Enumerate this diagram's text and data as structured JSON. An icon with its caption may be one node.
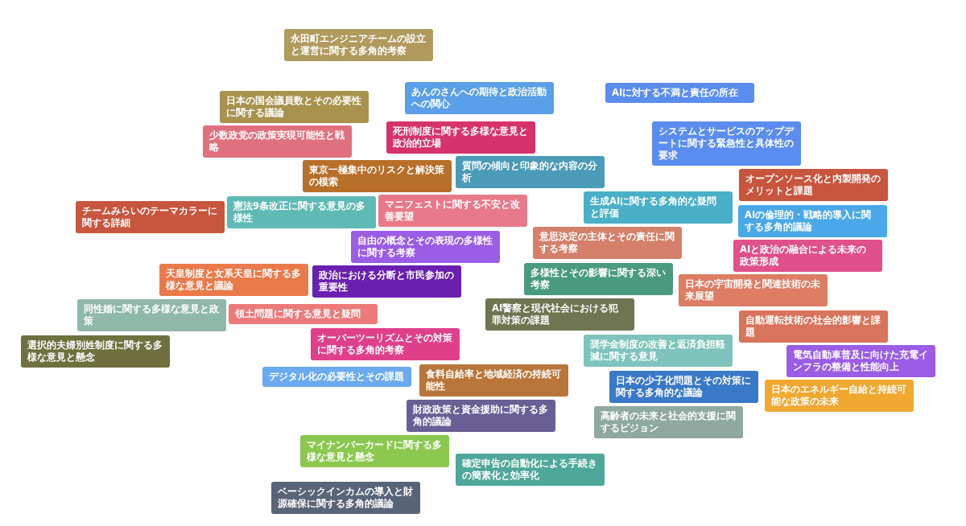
{
  "diagram": {
    "nodes": [
      {
        "text": [
          "永田町エンジニアチームの設立と運営に関する多角的考察"
        ]
      },
      {
        "text": [
          "あんのさんへの期待と政治活動への関心"
        ]
      },
      {
        "text": [
          "AIに対する不満と責任の所在"
        ]
      },
      {
        "text": [
          "日本の国会議員数とその必要性に関する議論"
        ]
      },
      {
        "text": [
          "少数政党の政策実現可能性と戦略"
        ]
      },
      {
        "text": [
          "死刑制度に関する多様な意見と政治的立場"
        ]
      },
      {
        "text": [
          "システムとサービスのアップデートに関する緊急性と具体性の要求"
        ]
      },
      {
        "text": [
          "質問の傾向と印象的な内容の分析"
        ]
      },
      {
        "text": [
          "オープンソース化と内製開発のメリットと課題"
        ]
      },
      {
        "text": [
          "東京一極集中のリスクと解決策の模索"
        ]
      },
      {
        "text": [
          "マニフェストに関する不安と改善要望"
        ]
      },
      {
        "text": [
          "生成AIに関する多角的な疑問と評価"
        ]
      },
      {
        "text": [
          "AIの倫理的・戦略的導入に関する多角的議論"
        ]
      },
      {
        "text": [
          "自由の概念とその表現の多様性に関する考察"
        ]
      },
      {
        "text": [
          "AIと政治の融合による未来の政策形成"
        ]
      },
      {
        "text": [
          "チームみらいのテーマカラーに関する詳細"
        ]
      },
      {
        "text": [
          "意思決定の主体とその責任に関する考察"
        ]
      },
      {
        "text": [
          "政治における分断と市民参加の重要性"
        ]
      },
      {
        "text": [
          "多様性とその影響に関する深い考察"
        ]
      },
      {
        "text": [
          "憲法9条改正に関する意見の多様性"
        ]
      },
      {
        "text": [
          "天皇制度と女系天皇に関する多様な意見と議論"
        ]
      },
      {
        "text": [
          "日本の宇宙開発と関連技術の未来展望"
        ]
      },
      {
        "text": [
          "自動運転技術の社会的影響と課題"
        ]
      },
      {
        "text": [
          "AI警察と現代社会における犯罪対策の課題"
        ]
      },
      {
        "text": [
          "電気自動車普及に向けた充電インフラの整備と性能向上"
        ]
      },
      {
        "text": [
          "同性婚に関する多様な意見と政策"
        ]
      },
      {
        "text": [
          "領土問題に関する意見と疑問"
        ]
      },
      {
        "text": [
          "選択的夫婦別姓制度に関する多様な意見と懸念"
        ]
      },
      {
        "text": [
          "奨学金制度の改善と返済負担軽減に関する意見"
        ]
      },
      {
        "text": [
          "オーバーツーリズムとその対策に関する多角的考察"
        ]
      },
      {
        "text": [
          "日本のエネルギー自給と持続可能な政策の未来"
        ]
      },
      {
        "text": [
          "食料自給率と地域経済の持続可能性"
        ]
      },
      {
        "text": [
          "日本の少子化問題とその対策に関する多角的な議論"
        ]
      },
      {
        "text": [
          "デジタル化の必要性とその課題"
        ]
      },
      {
        "text": [
          "財政政策と資金援助に関する多角的議論"
        ]
      },
      {
        "text": [
          "高齢者の未来と社会的支援に関するビジョン"
        ]
      },
      {
        "text": [
          "マイナンバーカードに関する多様な意見と懸念"
        ]
      },
      {
        "text": [
          "確定申告の自動化による手続きの簡素化と効率化"
        ]
      },
      {
        "text": [
          "ベーシックインカムの導入と財源確保に関する多角的議論"
        ]
      }
    ]
  }
}
